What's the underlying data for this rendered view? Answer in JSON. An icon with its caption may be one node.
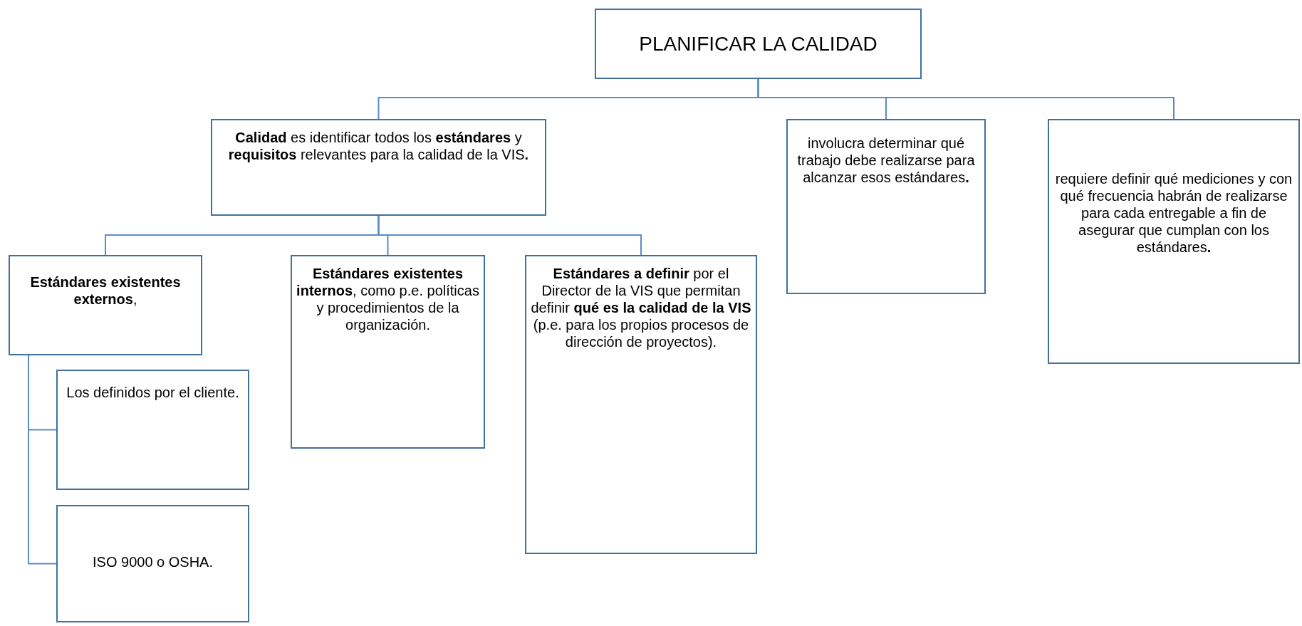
{
  "diagram": {
    "nodes": [
      {
        "text": [
          "PLANIFICAR LA CALIDAD"
        ]
      },
      {
        "text": [
          "**Calidad** es identificar todos los **estándares** y **requisitos** relevantes para la calidad de la VIS**.**"
        ]
      },
      {
        "text": [
          "involucra determinar qué trabajo debe realizarse para alcanzar esos estándares**.**"
        ]
      },
      {
        "text": [
          "requiere definir qué mediciones y con qué frecuencia habrán de realizarse para cada entregable a fin de asegurar que cumplan con los estándares**.**"
        ]
      },
      {
        "text": [
          "**Estándares existentes externos**,"
        ]
      },
      {
        "text": [
          "**Estándares existentes internos**, como p.e. políticas y procedimientos de la organización."
        ]
      },
      {
        "text": [
          "**Estándares a definir** por el Director de la VIS que permitan definir **qué es la calidad de la VIS** (p.e. para los propios procesos de dirección de proyectos)."
        ]
      },
      {
        "text": [
          "Los definidos por el cliente."
        ]
      },
      {
        "text": [
          "ISO 9000 o OSHA."
        ]
      }
    ],
    "edges": [
      {
        "from": 0,
        "to": 1,
        "arrow": "none"
      },
      {
        "from": 0,
        "to": 2,
        "arrow": "none"
      },
      {
        "from": 0,
        "to": 3,
        "arrow": "none"
      },
      {
        "from": 1,
        "to": 4,
        "arrow": "none"
      },
      {
        "from": 1,
        "to": 5,
        "arrow": "none"
      },
      {
        "from": 1,
        "to": 6,
        "arrow": "none"
      },
      {
        "from": 4,
        "to": 7,
        "arrow": "none"
      },
      {
        "from": 4,
        "to": 8,
        "arrow": "none"
      }
    ]
  }
}
